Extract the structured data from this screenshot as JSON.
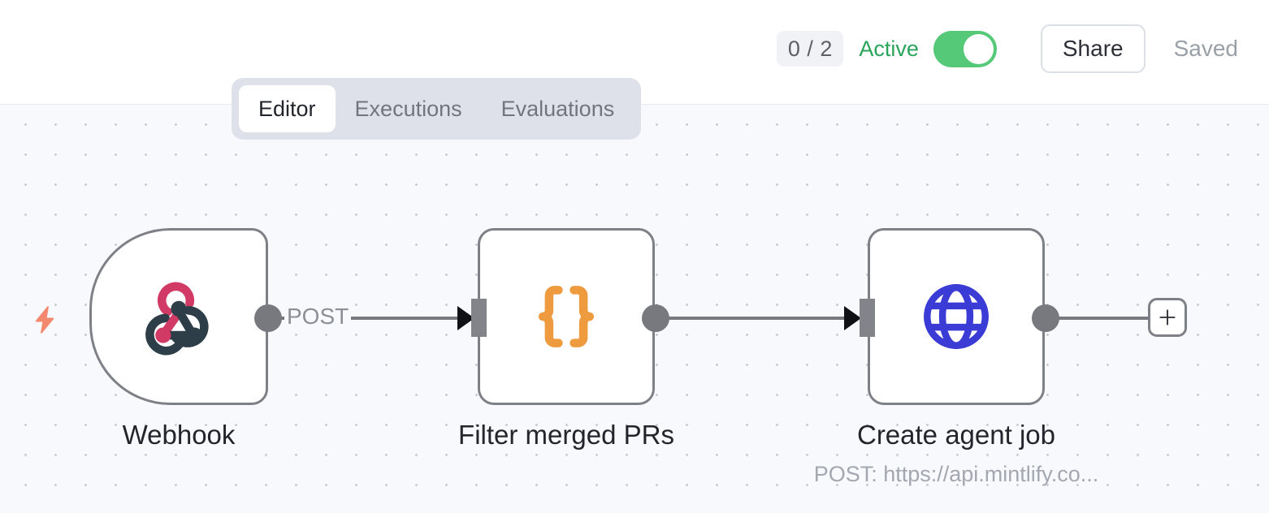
{
  "header": {
    "execution_badge": "0 / 2",
    "active_label": "Active",
    "toggle_state": "on",
    "share_label": "Share",
    "saved_label": "Saved",
    "active_color": "#2aa45a",
    "toggle_color": "#55c977"
  },
  "tabs": [
    {
      "label": "Editor",
      "active": true
    },
    {
      "label": "Executions",
      "active": false
    },
    {
      "label": "Evaluations",
      "active": false
    }
  ],
  "canvas": {
    "background": "#f8f9fc",
    "dot_color": "#c6cad3",
    "nodes": [
      {
        "id": "webhook",
        "label": "Webhook",
        "sublabel": "",
        "type": "trigger",
        "icon": "webhook-icon",
        "icon_colors": [
          "#d13a64",
          "#2d3e48"
        ]
      },
      {
        "id": "filter",
        "label": "Filter merged PRs",
        "sublabel": "",
        "type": "action",
        "icon": "code-braces-icon",
        "icon_colors": [
          "#ee9a3e"
        ]
      },
      {
        "id": "http",
        "label": "Create agent job",
        "sublabel": "POST: https://api.mintlify.co...",
        "type": "action",
        "icon": "globe-icon",
        "icon_colors": [
          "#3b3bd6"
        ]
      }
    ],
    "edges": [
      {
        "from": "webhook",
        "to": "filter",
        "label": "POST"
      },
      {
        "from": "filter",
        "to": "http",
        "label": ""
      },
      {
        "from": "http",
        "to": "add",
        "label": ""
      }
    ],
    "add_node_label": "+"
  }
}
